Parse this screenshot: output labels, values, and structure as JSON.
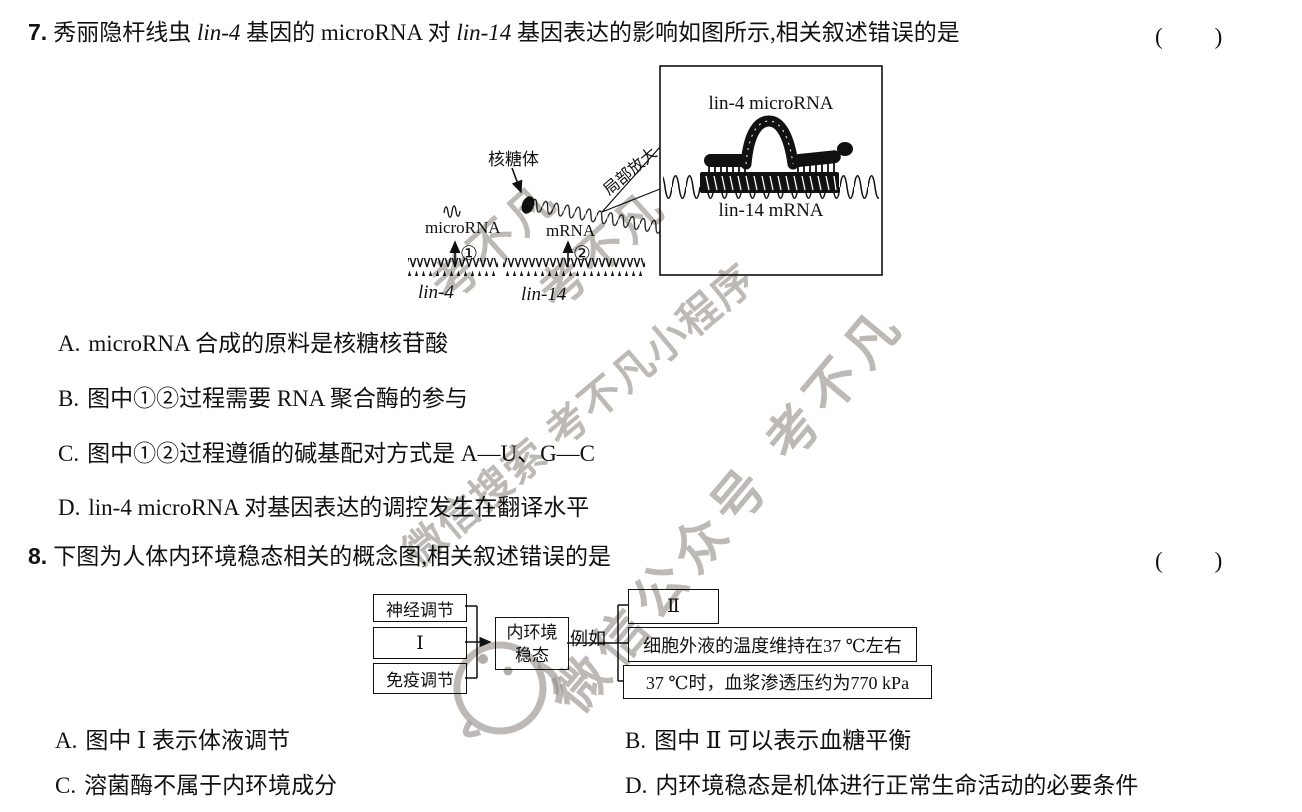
{
  "q7": {
    "number": "7.",
    "stem": {
      "p1": "秀丽隐杆线虫 ",
      "g1": "lin-4",
      "p2": " 基因的 microRNA 对 ",
      "g2": "lin-14",
      "p3": " 基因表达的影响如图所示,相关叙述错误的是"
    },
    "bracket": "(　　)",
    "options": [
      {
        "label": "A.",
        "text": "microRNA 合成的原料是核糖核苷酸"
      },
      {
        "label": "B.",
        "text": "图中①②过程需要 RNA 聚合酶的参与"
      },
      {
        "label": "C.",
        "text": "图中①②过程遵循的碱基配对方式是 A—U、G—C"
      },
      {
        "label": "D.",
        "text": "lin-4 microRNA 对基因表达的调控发生在翻译水平"
      }
    ],
    "figure": {
      "ribosome_label": "核糖体",
      "zoom_label": "局部放大",
      "microrna_label": "microRNA",
      "mrna_label": "mRNA",
      "process1": "①",
      "process2": "②",
      "gene_left": "lin-4",
      "gene_right": "lin-14",
      "inset_top_label": "lin-4 microRNA",
      "inset_bottom_label": "lin-14 mRNA"
    }
  },
  "q8": {
    "number": "8.",
    "stem": "下图为人体内环境稳态相关的概念图,相关叙述错误的是",
    "bracket": "(　　)",
    "diagram": {
      "inputs": [
        "神经调节",
        "Ⅰ",
        "免疫调节"
      ],
      "center_line1": "内环境",
      "center_line2": "稳态",
      "link_label": "例如",
      "examples": [
        "Ⅱ",
        "细胞外液的温度维持在37 ℃左右",
        "37 ℃时，血浆渗透压约为770 kPa"
      ]
    },
    "options": [
      {
        "label": "A.",
        "text": "图中 Ⅰ 表示体液调节"
      },
      {
        "label": "B.",
        "text": "图中 Ⅱ 可以表示血糖平衡"
      },
      {
        "label": "C.",
        "text": "溶菌酶不属于内环境成分"
      },
      {
        "label": "D.",
        "text": "内环境稳态是机体进行正常生命活动的必要条件"
      }
    ]
  },
  "watermarks": {
    "stamp1": "考不凡",
    "stamp2": "考不凡",
    "line1": "微信搜索 考不凡小程序",
    "line2": "微信公众号 考不凡",
    "color": "#948e88"
  }
}
